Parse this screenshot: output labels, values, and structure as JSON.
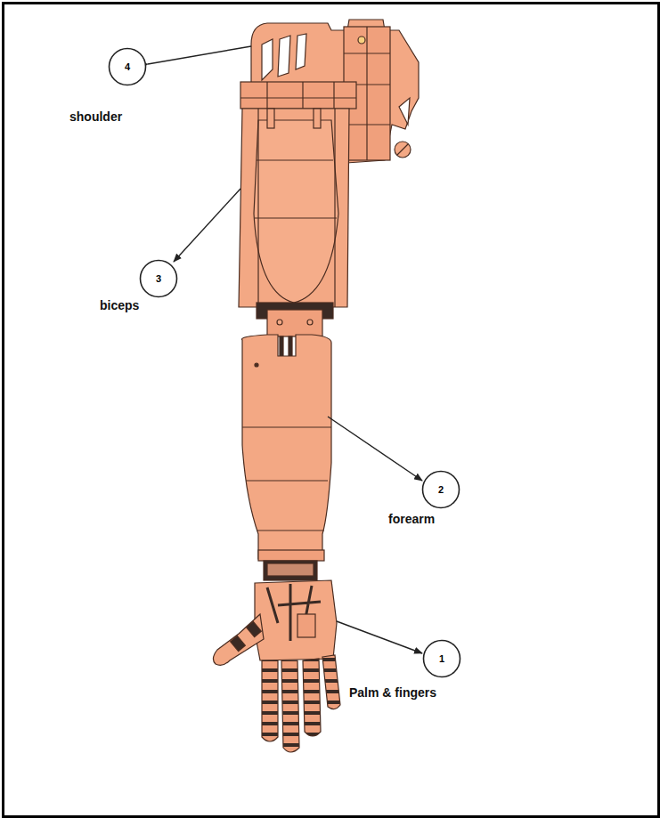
{
  "diagram": {
    "nodes": [
      {
        "text": [
          "4",
          "shoulder"
        ]
      },
      {
        "text": [
          "3",
          "biceps"
        ]
      },
      {
        "text": [
          "2",
          "forearm"
        ]
      },
      {
        "text": [
          "1",
          "Palm & fingers"
        ]
      }
    ]
  }
}
